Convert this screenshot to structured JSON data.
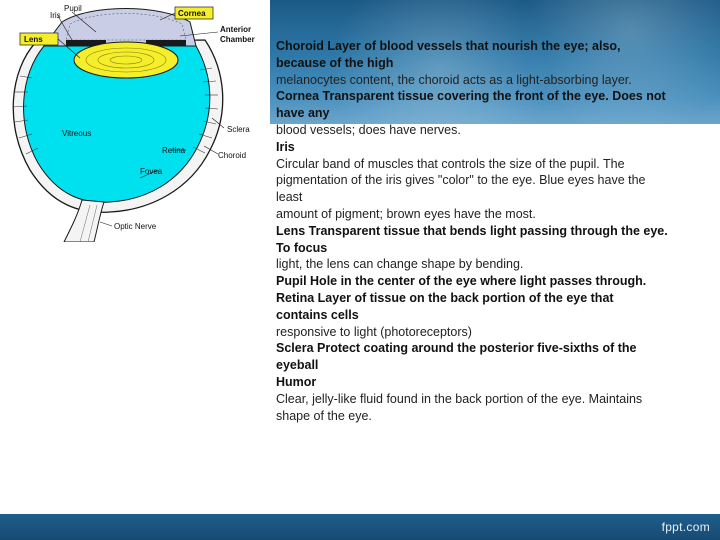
{
  "branding": {
    "site": "fppt.com"
  },
  "colors": {
    "banner": "#2e78a8",
    "vitreous": "#00e1f0",
    "lens": "#f5ee2b",
    "label_box": "#f5ee2b",
    "outline": "#1a1a1a"
  },
  "diagram": {
    "labels": {
      "pupil": "Pupil",
      "iris": "Iris",
      "cornea": "Cornea",
      "lens": "Lens",
      "anterior_chamber_1": "Anterior",
      "anterior_chamber_2": "Chamber",
      "vitreous": "Vitreous",
      "sclera": "Sclera",
      "retina": "Retina",
      "choroid": "Choroid",
      "fovea": "Fovea",
      "optic_nerve": "Optic Nerve"
    }
  },
  "text_lines": [
    {
      "text": "Choroid Layer of blood vessels that nourish the eye; also,",
      "bold": true
    },
    {
      "text": "because of the high",
      "bold": true
    },
    {
      "text": "melanocytes content, the choroid acts as a light-absorbing layer.",
      "bold": false
    },
    {
      "text": "Cornea Transparent tissue covering the front of the eye. Does not",
      "bold": true
    },
    {
      "text": "have any",
      "bold": true
    },
    {
      "text": "blood vessels; does have nerves.",
      "bold": false
    },
    {
      "text": "Iris",
      "bold": true
    },
    {
      "text": "Circular band of muscles that controls the size of the pupil. The",
      "bold": false
    },
    {
      "text": "pigmentation of the iris gives \"color\" to the eye. Blue eyes have the",
      "bold": false
    },
    {
      "text": "least",
      "bold": false
    },
    {
      "text": "amount of pigment; brown eyes have the most.",
      "bold": false
    },
    {
      "text": "Lens Transparent tissue that bends light passing through the eye.",
      "bold": true
    },
    {
      "text": "To focus",
      "bold": true
    },
    {
      "text": "light, the lens can change shape by bending.",
      "bold": false
    },
    {
      "text": "Pupil Hole in the center of the eye where light passes through.",
      "bold": true
    },
    {
      "text": "Retina Layer of tissue on the back portion of the eye that",
      "bold": true
    },
    {
      "text": "contains cells",
      "bold": true
    },
    {
      "text": "responsive to light (photoreceptors)",
      "bold": false
    },
    {
      "text": "Sclera Protect coating around the posterior five-sixths of the",
      "bold": true
    },
    {
      "text": "eyeball",
      "bold": true
    },
    {
      "text": "Humor",
      "bold": true
    },
    {
      "text": "Clear, jelly-like fluid found in the back portion of the eye. Maintains",
      "bold": false
    },
    {
      "text": "shape of the eye.",
      "bold": false
    }
  ]
}
